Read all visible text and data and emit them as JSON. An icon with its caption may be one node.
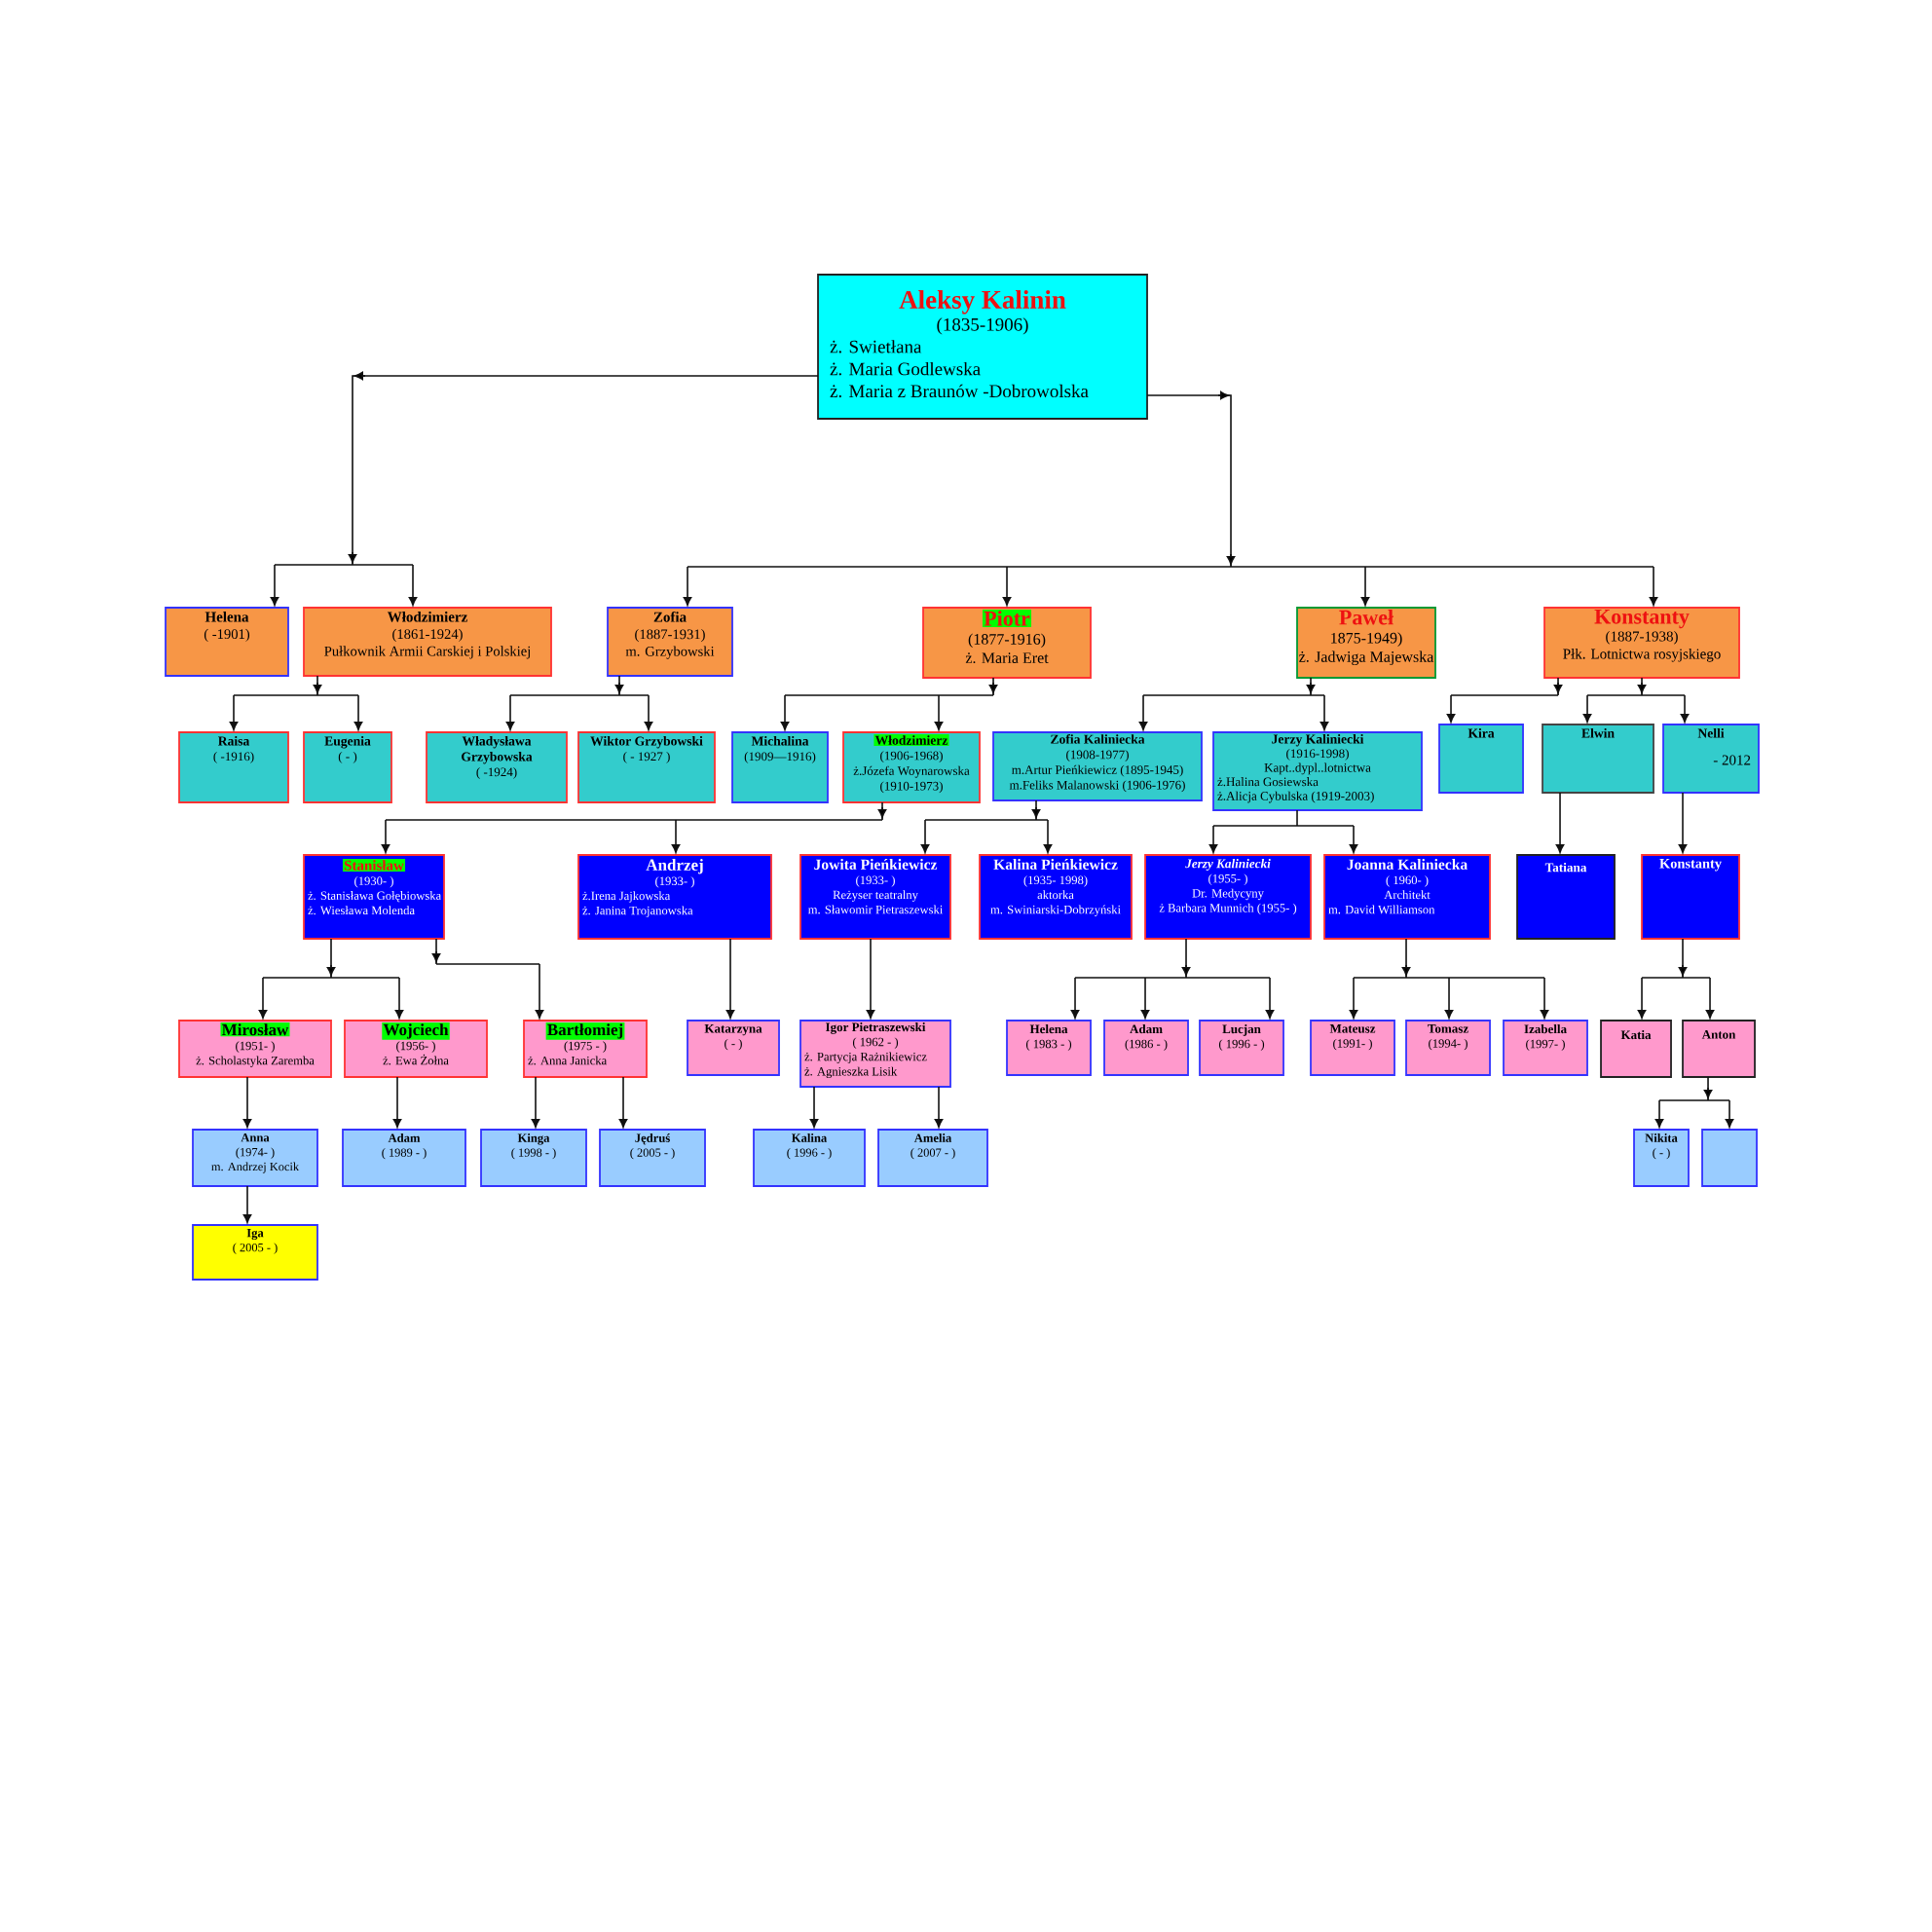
{
  "diagram": {
    "nodes": [
      {
        "text": [
          "Aleksy Kalinin",
          "(1835-1906)",
          "ż. Swietłana",
          "ż. Maria Godlewska",
          "ż. Maria z Braunów -Dobrowolska"
        ]
      },
      {
        "text": [
          "Helena",
          "( -1901)"
        ]
      },
      {
        "text": [
          "Włodzimierz",
          "(1861-1924)",
          "Pułkownik Armii Carskiej i Polskiej"
        ]
      },
      {
        "text": [
          "Zofia",
          "(1887-1931)",
          "m. Grzybowski"
        ]
      },
      {
        "text": [
          "Piotr",
          "(1877-1916)",
          "ż. Maria Eret"
        ]
      },
      {
        "text": [
          "Paweł",
          "1875-1949)",
          "ż. Jadwiga Majewska"
        ]
      },
      {
        "text": [
          "Konstanty",
          "(1887-1938)",
          "Płk. Lotnictwa rosyjskiego"
        ]
      },
      {
        "text": [
          "Raisa",
          "( -1916)"
        ]
      },
      {
        "text": [
          "Eugenia",
          "( - )"
        ]
      },
      {
        "text": [
          "Władysława Grzybowska",
          "( -1924)"
        ]
      },
      {
        "text": [
          "Wiktor Grzybowski",
          "( - 1927 )"
        ]
      },
      {
        "text": [
          "Michalina",
          "(1909—1916)"
        ]
      },
      {
        "text": [
          "Włodzimierz",
          "(1906-1968)",
          "ż.Józefa Woynarowska",
          "(1910-1973)"
        ]
      },
      {
        "text": [
          "Zofia Kaliniecka",
          "(1908-1977)",
          "m.Artur Pieńkiewicz (1895-1945)",
          "m.Feliks Malanowski (1906-1976)"
        ]
      },
      {
        "text": [
          "Jerzy Kaliniecki",
          "(1916-1998)",
          "Kapt..dypl..lotnictwa",
          "ż.Halina Gosiewska",
          "ż.Alicja Cybulska (1919-2003)"
        ]
      },
      {
        "text": [
          "Kira"
        ]
      },
      {
        "text": [
          "Elwin"
        ]
      },
      {
        "text": [
          "Nelli",
          "- 2012"
        ]
      },
      {
        "text": [
          "Stanisław",
          "(1930- )",
          "ż. Stanisława Gołębiowska",
          "ż. Wiesława Molenda"
        ]
      },
      {
        "text": [
          "Andrzej",
          "(1933- )",
          "ż.Irena Jajkowska",
          "ż. Janina Trojanowska"
        ]
      },
      {
        "text": [
          "Jowita Pieńkiewicz",
          "(1933- )",
          "Reżyser teatralny",
          "m. Sławomir Pietraszewski"
        ]
      },
      {
        "text": [
          "Kalina Pieńkiewicz",
          "(1935- 1998)",
          "aktorka",
          "m. Swiniarski-Dobrzyński"
        ]
      },
      {
        "text": [
          "Jerzy Kaliniecki",
          "(1955- )",
          "Dr. Medycyny",
          "ż Barbara Munnich (1955- )"
        ]
      },
      {
        "text": [
          "Joanna Kaliniecka",
          "( 1960- )",
          "Architekt",
          "m. David Williamson"
        ]
      },
      {
        "text": [
          "Tatiana"
        ]
      },
      {
        "text": [
          "Konstanty"
        ]
      },
      {
        "text": [
          "Mirosław",
          "(1951- )",
          "ż. Scholastyka Zaremba"
        ]
      },
      {
        "text": [
          "Wojciech",
          "(1956- )",
          "ż. Ewa Żołna"
        ]
      },
      {
        "text": [
          "Bartłomiej",
          "(1975 - )",
          "ż. Anna Janicka"
        ]
      },
      {
        "text": [
          "Katarzyna",
          "( - )"
        ]
      },
      {
        "text": [
          "Igor Pietraszewski",
          "( 1962 - )",
          "ż. Partycja Rażnikiewicz",
          "ż. Agnieszka Lisik"
        ]
      },
      {
        "text": [
          "Helena",
          "( 1983 - )"
        ]
      },
      {
        "text": [
          "Adam",
          "(1986 - )"
        ]
      },
      {
        "text": [
          "Lucjan",
          "( 1996 - )"
        ]
      },
      {
        "text": [
          "Mateusz",
          "(1991- )"
        ]
      },
      {
        "text": [
          "Tomasz",
          "(1994- )"
        ]
      },
      {
        "text": [
          "Izabella",
          "(1997- )"
        ]
      },
      {
        "text": [
          "Katia"
        ]
      },
      {
        "text": [
          "Anton"
        ]
      },
      {
        "text": [
          "Anna",
          "(1974- )",
          "m. Andrzej Kocik"
        ]
      },
      {
        "text": [
          "Adam",
          "( 1989 - )"
        ]
      },
      {
        "text": [
          "Kinga",
          "( 1998 - )"
        ]
      },
      {
        "text": [
          "Jędruś",
          "( 2005 - )"
        ]
      },
      {
        "text": [
          "Kalina",
          "( 1996 - )"
        ]
      },
      {
        "text": [
          "Amelia",
          "( 2007 - )"
        ]
      },
      {
        "text": [
          "Nikita",
          "( - )"
        ]
      },
      {
        "text": [],
        "shape": "box"
      },
      {
        "text": [
          "Iga",
          "( 2005 - )"
        ]
      }
    ],
    "edges": [
      {
        "from": 0,
        "to": 1,
        "arrow": "to"
      },
      {
        "from": 0,
        "to": 2,
        "arrow": "to"
      },
      {
        "from": 0,
        "to": 3,
        "arrow": "to"
      },
      {
        "from": 0,
        "to": 4,
        "arrow": "to"
      },
      {
        "from": 0,
        "to": 5,
        "arrow": "to"
      },
      {
        "from": 0,
        "to": 6,
        "arrow": "to"
      },
      {
        "from": 2,
        "to": 7,
        "arrow": "to"
      },
      {
        "from": 2,
        "to": 8,
        "arrow": "to"
      },
      {
        "from": 3,
        "to": 9,
        "arrow": "to"
      },
      {
        "from": 3,
        "to": 10,
        "arrow": "to"
      },
      {
        "from": 4,
        "to": 11,
        "arrow": "to"
      },
      {
        "from": 4,
        "to": 12,
        "arrow": "to"
      },
      {
        "from": 5,
        "to": 13,
        "arrow": "to"
      },
      {
        "from": 5,
        "to": 14,
        "arrow": "to"
      },
      {
        "from": 6,
        "to": 15,
        "arrow": "to"
      },
      {
        "from": 6,
        "to": 16,
        "arrow": "to"
      },
      {
        "from": 6,
        "to": 17,
        "arrow": "to"
      },
      {
        "from": 12,
        "to": 18,
        "arrow": "to"
      },
      {
        "from": 12,
        "to": 19,
        "arrow": "to"
      },
      {
        "from": 13,
        "to": 20,
        "arrow": "to"
      },
      {
        "from": 13,
        "to": 21,
        "arrow": "to"
      },
      {
        "from": 14,
        "to": 22,
        "arrow": "to"
      },
      {
        "from": 14,
        "to": 23,
        "arrow": "to"
      },
      {
        "from": 16,
        "to": 24,
        "arrow": "to"
      },
      {
        "from": 17,
        "to": 25,
        "arrow": "to"
      },
      {
        "from": 18,
        "to": 26,
        "arrow": "to"
      },
      {
        "from": 18,
        "to": 27,
        "arrow": "to"
      },
      {
        "from": 18,
        "to": 28,
        "arrow": "to"
      },
      {
        "from": 19,
        "to": 29,
        "arrow": "to"
      },
      {
        "from": 20,
        "to": 30,
        "arrow": "to"
      },
      {
        "from": 22,
        "to": 31,
        "arrow": "to"
      },
      {
        "from": 22,
        "to": 32,
        "arrow": "to"
      },
      {
        "from": 22,
        "to": 33,
        "arrow": "to"
      },
      {
        "from": 23,
        "to": 34,
        "arrow": "to"
      },
      {
        "from": 23,
        "to": 35,
        "arrow": "to"
      },
      {
        "from": 23,
        "to": 36,
        "arrow": "to"
      },
      {
        "from": 25,
        "to": 37,
        "arrow": "to"
      },
      {
        "from": 25,
        "to": 38,
        "arrow": "to"
      },
      {
        "from": 26,
        "to": 39,
        "arrow": "to"
      },
      {
        "from": 27,
        "to": 40,
        "arrow": "to"
      },
      {
        "from": 28,
        "to": 41,
        "arrow": "to"
      },
      {
        "from": 28,
        "to": 42,
        "arrow": "to"
      },
      {
        "from": 30,
        "to": 43,
        "arrow": "to"
      },
      {
        "from": 30,
        "to": 44,
        "arrow": "to"
      },
      {
        "from": 38,
        "to": 45,
        "arrow": "to"
      },
      {
        "from": 38,
        "to": 46,
        "arrow": "to"
      },
      {
        "from": 39,
        "to": 47,
        "arrow": "to"
      }
    ]
  }
}
